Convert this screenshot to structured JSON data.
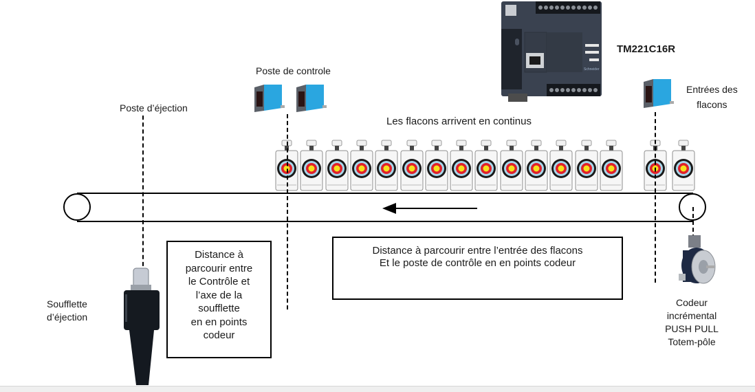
{
  "diagram": {
    "plc": {
      "model_label": "TM221C16R",
      "icon": "plc-controller-icon"
    },
    "labels": {
      "poste_ejection": "Poste d’éjection",
      "poste_controle": "Poste de controle",
      "entrees_flacons": "Entrées des\nflacons",
      "flacons_continus": "Les flacons arrivent en continus",
      "soufflette": "Soufflette\nd’éjection",
      "codeur": "Codeur\nincrémental\nPUSH PULL\nTotem-pôle"
    },
    "boxes": {
      "distance_entree_controle": "Distance à parcourir entre l’entrée des flacons\nEt le poste de contrôle en en points codeur",
      "distance_controle_soufflette": "Distance à\nparcourir entre\nle Contrôle et\nl’axe de la\nsoufflette\nen en points\ncodeur"
    },
    "conveyor": {
      "direction": "left",
      "arrow_icon": "arrow-left-icon"
    },
    "bottles": {
      "main_group_count": 14,
      "entry_group_count": 2,
      "icon": "bottle-target-icon"
    },
    "sensors": {
      "control_count": 2,
      "entry_count": 1,
      "icon": "photoelectric-sensor-icon"
    },
    "colors": {
      "sensor_blue": "#2aa6e0",
      "plc_body": "#3a4250",
      "target_red": "#e0202a",
      "target_yellow": "#f6e11c",
      "target_lightblue": "#a9d6ea",
      "target_black": "#1a1a1a"
    }
  }
}
